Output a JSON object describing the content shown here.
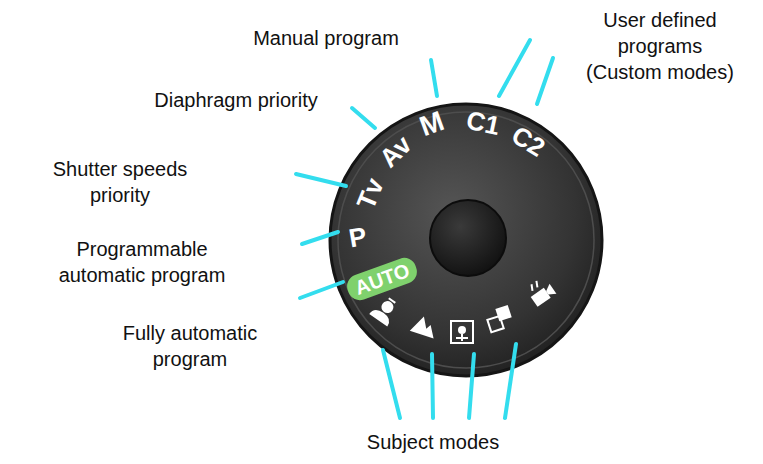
{
  "diagram": {
    "nodes": [
      {
        "text": [
          "AUTO"
        ]
      }
    ],
    "labels": [
      "User defined programs (Custom modes)",
      "Manual program",
      "Diaphragm priority",
      "Shutter speeds priority",
      "Programmable automatic program",
      "Fully automatic program",
      "Subject modes",
      "M",
      "Av",
      "Tv",
      "P",
      "C1",
      "C2"
    ]
  }
}
